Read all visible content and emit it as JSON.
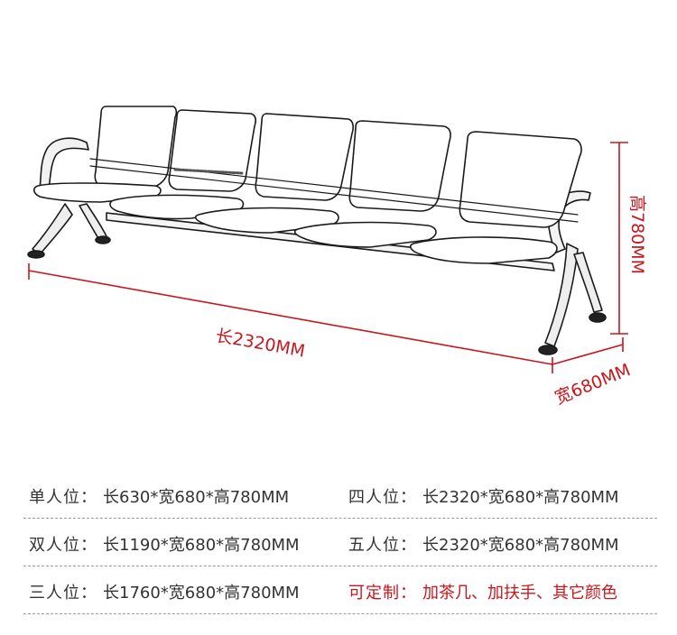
{
  "dimensions": {
    "length": "长2320MM",
    "width": "宽680MM",
    "height": "高780MM"
  },
  "specs": [
    {
      "left": {
        "label": "单人位：",
        "value": "长630*宽680*高780MM"
      },
      "right": {
        "label": "四人位：",
        "value": "长2320*宽680*高780MM"
      }
    },
    {
      "left": {
        "label": "双人位：",
        "value": "长1190*宽680*高780MM"
      },
      "right": {
        "label": "五人位：",
        "value": "长2320*宽680*高780MM"
      }
    },
    {
      "left": {
        "label": "三人位：",
        "value": "长1760*宽680*高780MM"
      },
      "right": {
        "label": "可定制：",
        "value": "加茶几、加扶手、其它颜色"
      }
    }
  ],
  "colors": {
    "dimension_red": "#c8161d",
    "text": "#333333",
    "divider": "#9a9a9a"
  },
  "icons": [
    "five-seat-bench-illustration"
  ]
}
